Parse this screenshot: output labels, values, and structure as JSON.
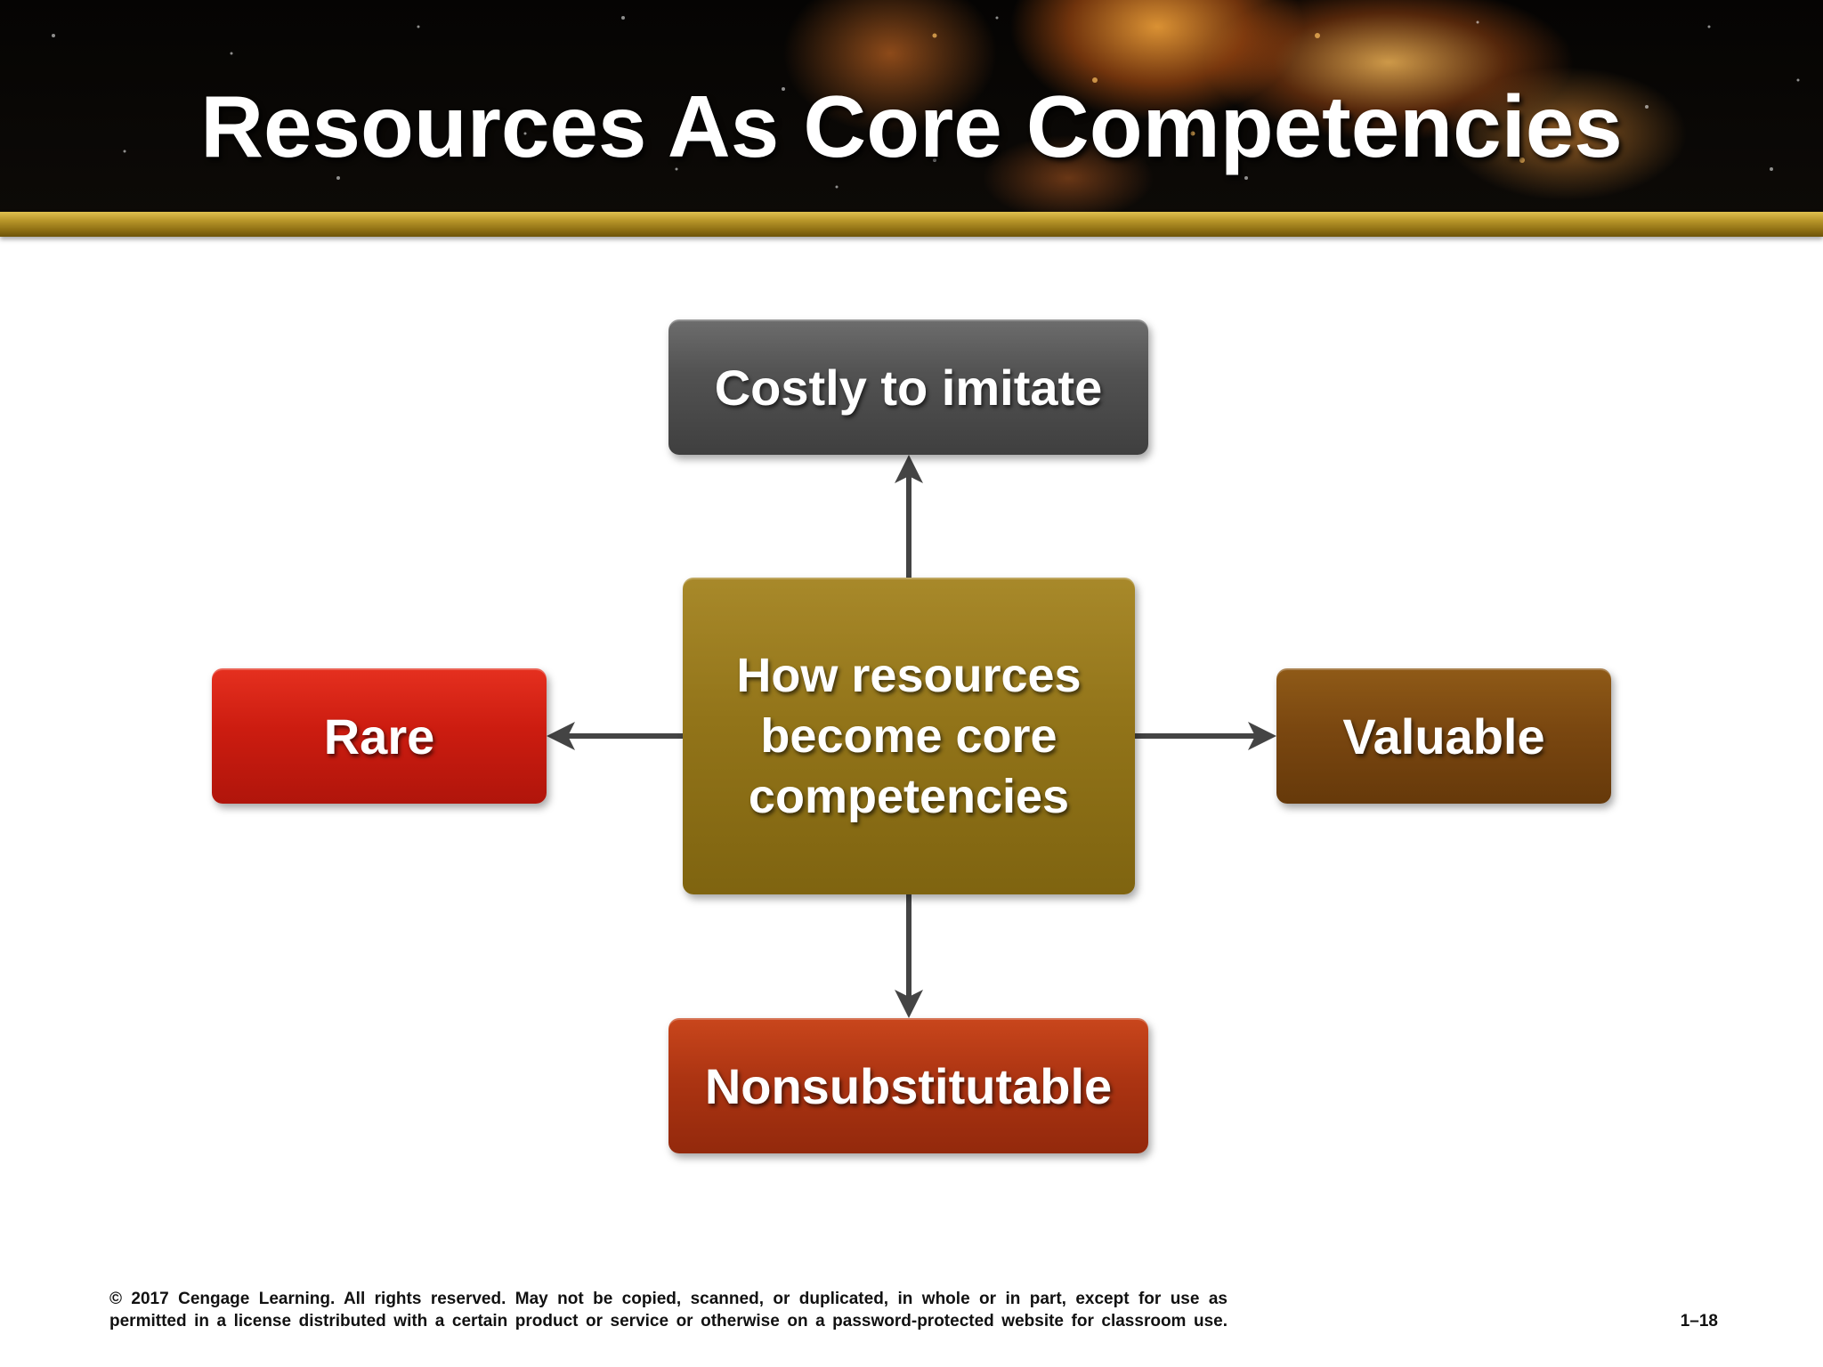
{
  "slide": {
    "title": "Resources As Core Competencies"
  },
  "diagram": {
    "center": {
      "lines": [
        "How resources",
        "become core",
        "competencies"
      ],
      "color": "#927419"
    },
    "top": {
      "label": "Costly to imitate",
      "color": "#525252"
    },
    "left": {
      "label": "Rare",
      "color": "#cc1c10"
    },
    "right": {
      "label": "Valuable",
      "color": "#7a4710"
    },
    "bottom": {
      "label": "Nonsubstitutable",
      "color": "#ac3412"
    },
    "connector_color": "#444444",
    "accent_bar_color": "#b9962a"
  },
  "footer": {
    "copyright_lines": [
      "© 2017 Cengage Learning. All rights reserved. May not be copied, scanned, or duplicated, in whole or in part, except for use as",
      "permitted in a license distributed with a certain product or service or otherwise on a password-protected website for classroom use."
    ],
    "page_number": "1–18"
  }
}
